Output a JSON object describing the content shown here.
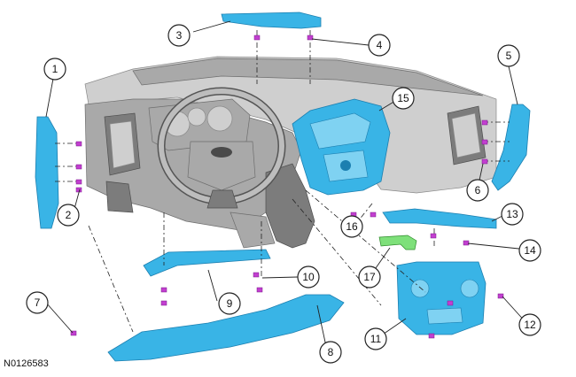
{
  "figure_id": "N0126583",
  "callouts": [
    "1",
    "2",
    "3",
    "4",
    "5",
    "6",
    "7",
    "8",
    "9",
    "10",
    "11",
    "12",
    "13",
    "14",
    "15",
    "16",
    "17"
  ],
  "colors": {
    "part_highlight": "#39b4e6",
    "fastener": "#c23fd0",
    "bracket": "#7ee07a",
    "dashboard": "#a9a9a9"
  }
}
